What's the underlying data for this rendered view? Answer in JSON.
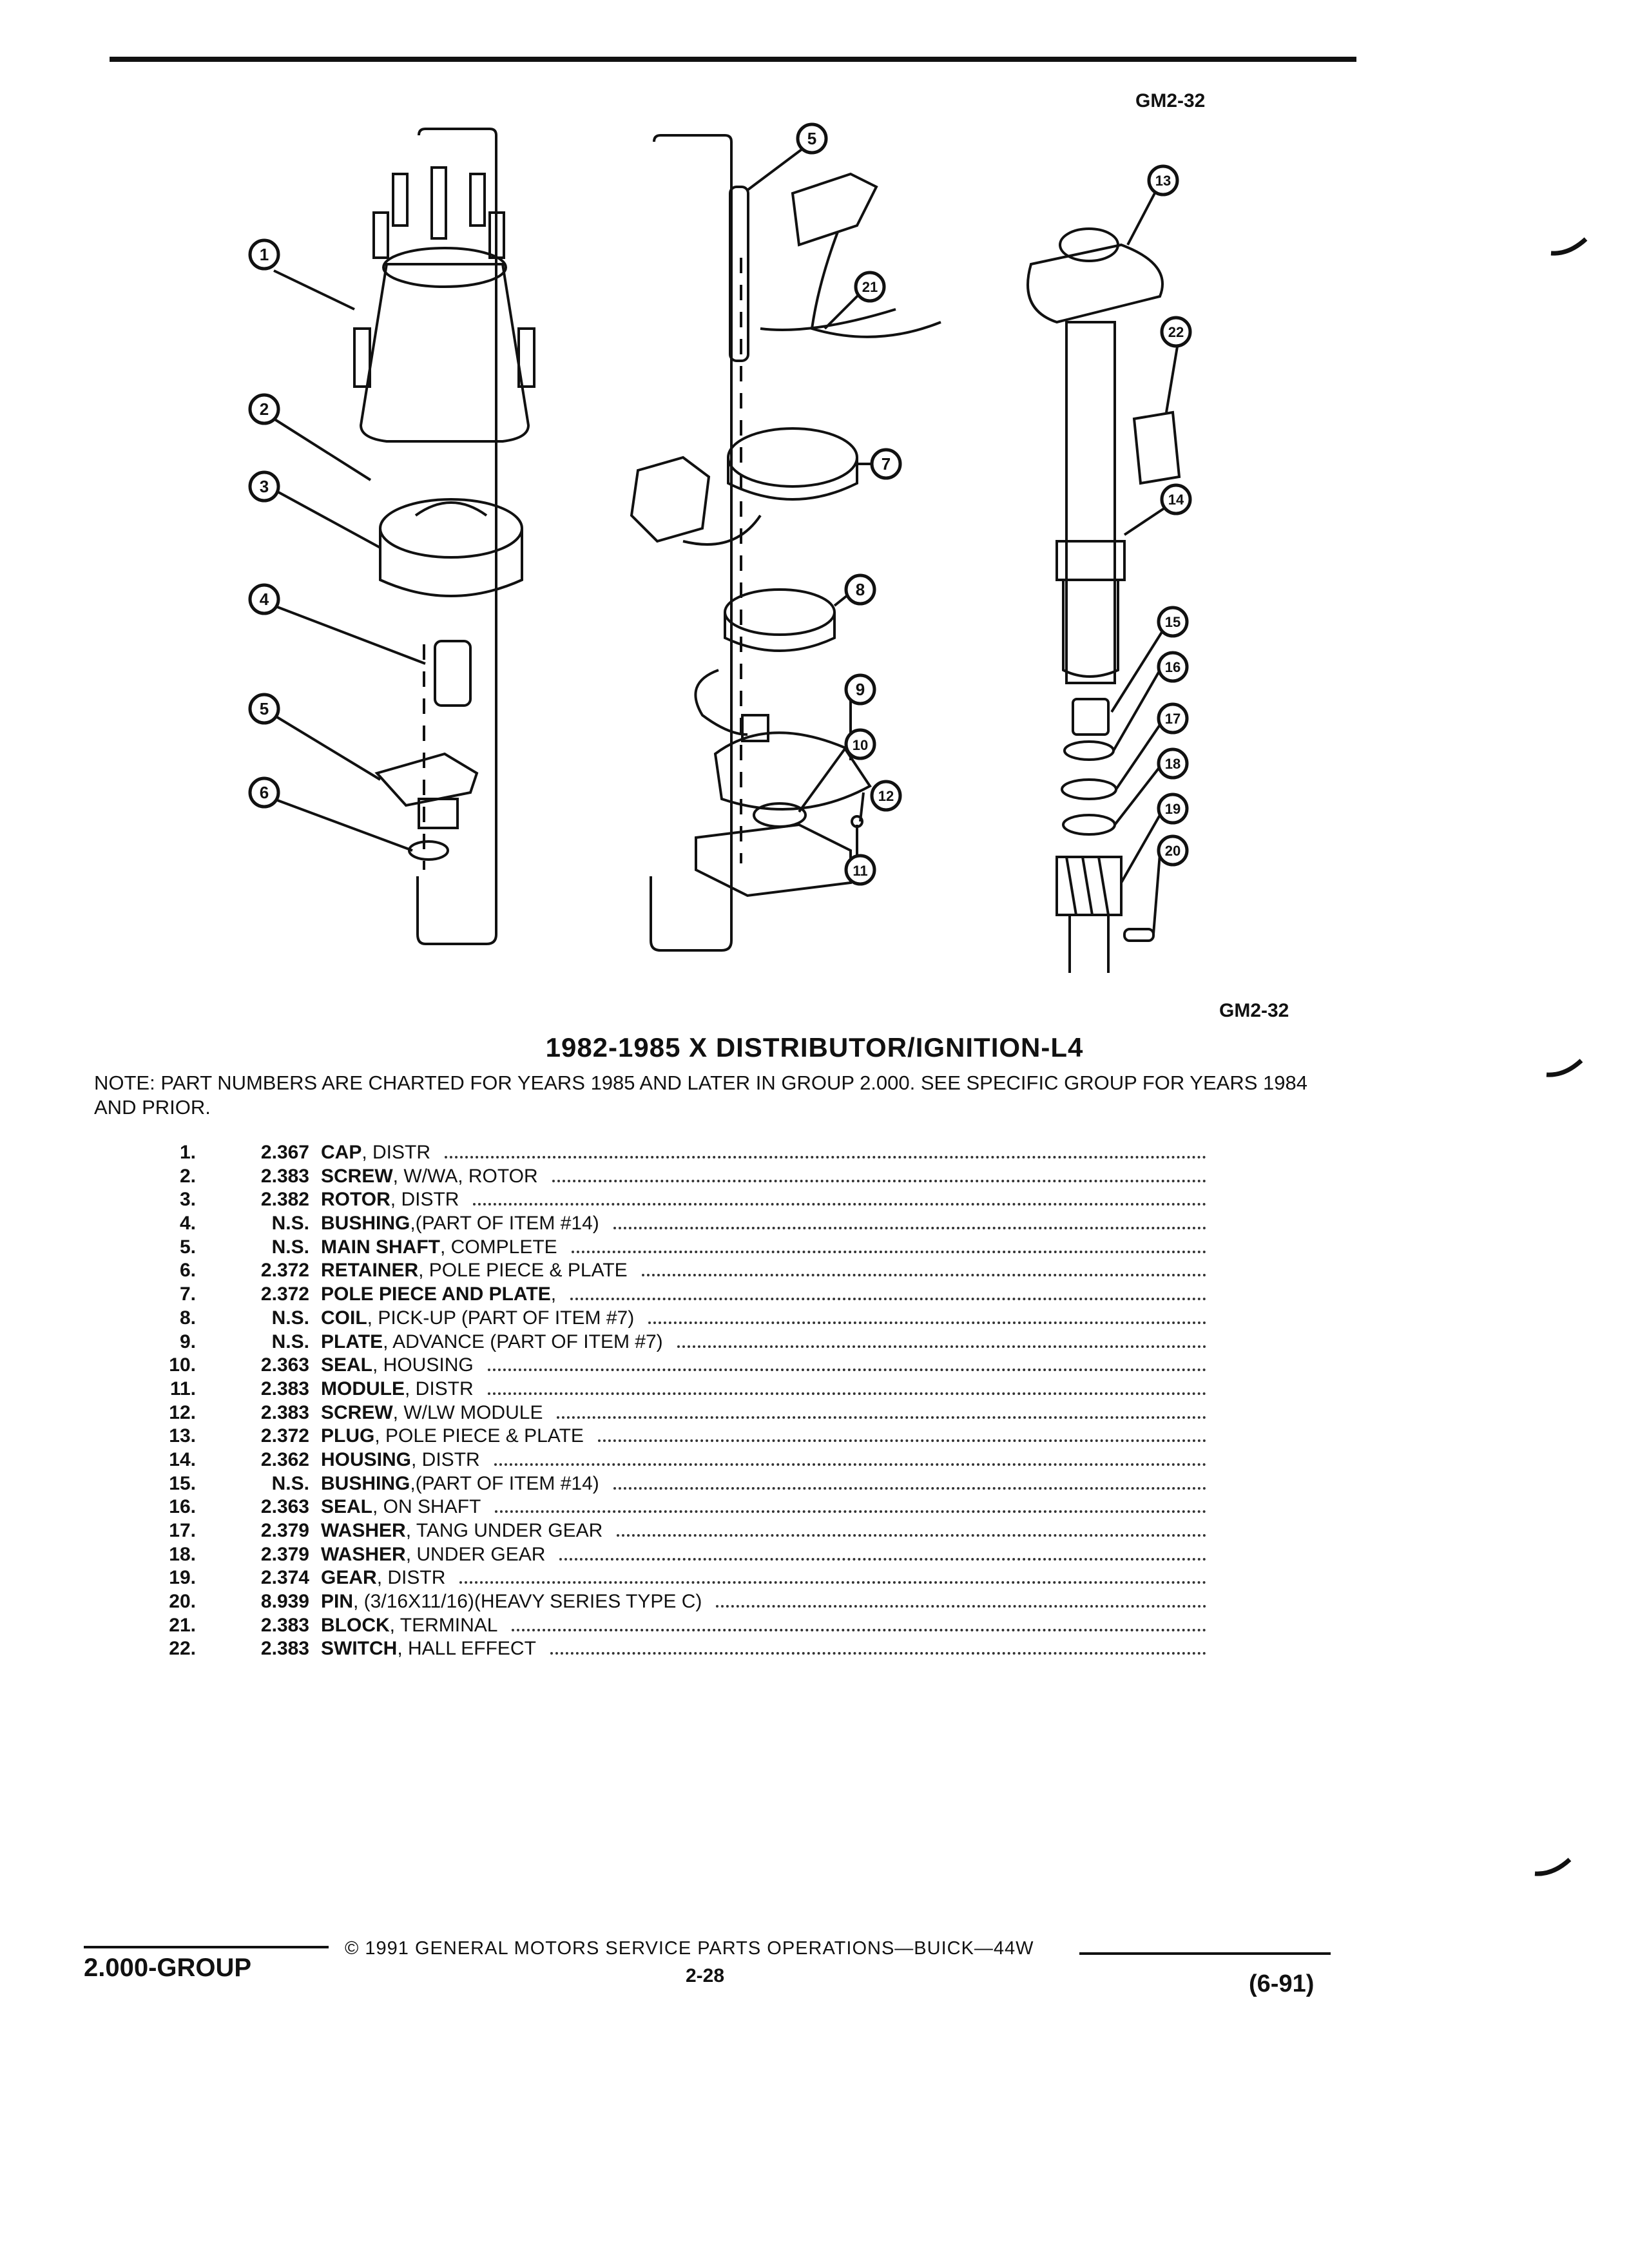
{
  "figure": {
    "code_top": "GM2-32",
    "code_bottom": "GM2-32",
    "callouts": [
      "1",
      "2",
      "3",
      "4",
      "5",
      "6",
      "5",
      "7",
      "8",
      "9",
      "10",
      "11",
      "12",
      "13",
      "14",
      "15",
      "16",
      "17",
      "18",
      "19",
      "20",
      "21",
      "22"
    ]
  },
  "title": "1982-1985 X DISTRIBUTOR/IGNITION-L4",
  "note": "NOTE: PART NUMBERS ARE CHARTED FOR YEARS 1985 AND LATER IN GROUP 2.000. SEE SPECIFIC GROUP FOR YEARS 1984 AND PRIOR.",
  "parts": [
    {
      "num": "1.",
      "group": "2.367",
      "name": "CAP",
      "desc": ", DISTR"
    },
    {
      "num": "2.",
      "group": "2.383",
      "name": "SCREW",
      "desc": ", W/WA, ROTOR"
    },
    {
      "num": "3.",
      "group": "2.382",
      "name": "ROTOR",
      "desc": ", DISTR"
    },
    {
      "num": "4.",
      "group": "N.S.",
      "name": "BUSHING",
      "desc": ",(PART OF ITEM #14)"
    },
    {
      "num": "5.",
      "group": "N.S.",
      "name": "MAIN SHAFT",
      "desc": ", COMPLETE"
    },
    {
      "num": "6.",
      "group": "2.372",
      "name": "RETAINER",
      "desc": ", POLE PIECE & PLATE"
    },
    {
      "num": "7.",
      "group": "2.372",
      "name": "POLE PIECE AND PLATE",
      "desc": ","
    },
    {
      "num": "8.",
      "group": "N.S.",
      "name": "COIL",
      "desc": ", PICK-UP (PART OF ITEM #7)"
    },
    {
      "num": "9.",
      "group": "N.S.",
      "name": "PLATE",
      "desc": ", ADVANCE (PART OF ITEM #7)"
    },
    {
      "num": "10.",
      "group": "2.363",
      "name": "SEAL",
      "desc": ", HOUSING"
    },
    {
      "num": "11.",
      "group": "2.383",
      "name": "MODULE",
      "desc": ", DISTR"
    },
    {
      "num": "12.",
      "group": "2.383",
      "name": "SCREW",
      "desc": ", W/LW MODULE"
    },
    {
      "num": "13.",
      "group": "2.372",
      "name": "PLUG",
      "desc": ", POLE PIECE & PLATE"
    },
    {
      "num": "14.",
      "group": "2.362",
      "name": "HOUSING",
      "desc": ", DISTR"
    },
    {
      "num": "15.",
      "group": "N.S.",
      "name": "BUSHING",
      "desc": ",(PART OF ITEM #14)"
    },
    {
      "num": "16.",
      "group": "2.363",
      "name": "SEAL",
      "desc": ", ON SHAFT"
    },
    {
      "num": "17.",
      "group": "2.379",
      "name": "WASHER",
      "desc": ", TANG UNDER GEAR"
    },
    {
      "num": "18.",
      "group": "2.379",
      "name": "WASHER",
      "desc": ", UNDER GEAR"
    },
    {
      "num": "19.",
      "group": "2.374",
      "name": "GEAR",
      "desc": ", DISTR"
    },
    {
      "num": "20.",
      "group": "8.939",
      "name": "PIN",
      "desc": ", (3/16X11/16)(HEAVY SERIES TYPE C)"
    },
    {
      "num": "21.",
      "group": "2.383",
      "name": "BLOCK",
      "desc": ", TERMINAL"
    },
    {
      "num": "22.",
      "group": "2.383",
      "name": "SWITCH",
      "desc": ", HALL EFFECT"
    }
  ],
  "footer": {
    "group": "2.000-GROUP",
    "copyright": "© 1991 GENERAL MOTORS SERVICE PARTS OPERATIONS—BUICK—44W",
    "page": "2-28",
    "date": "(6-91)"
  }
}
